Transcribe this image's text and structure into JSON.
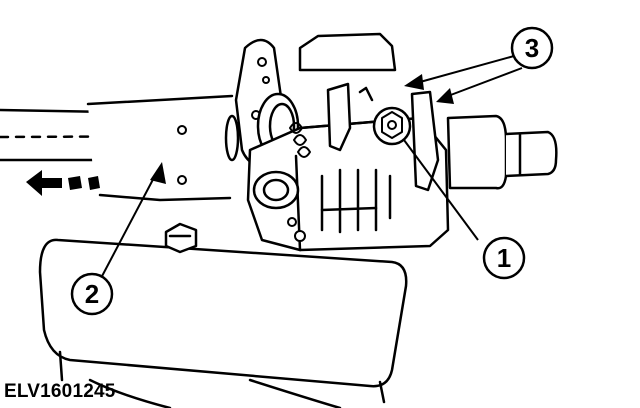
{
  "figure": {
    "code": "ELV1601245",
    "callouts": [
      {
        "id": "1",
        "label": "1"
      },
      {
        "id": "2",
        "label": "2"
      },
      {
        "id": "3",
        "label": "3"
      }
    ],
    "colors": {
      "line": "#000000",
      "fill": "#ffffff"
    }
  }
}
